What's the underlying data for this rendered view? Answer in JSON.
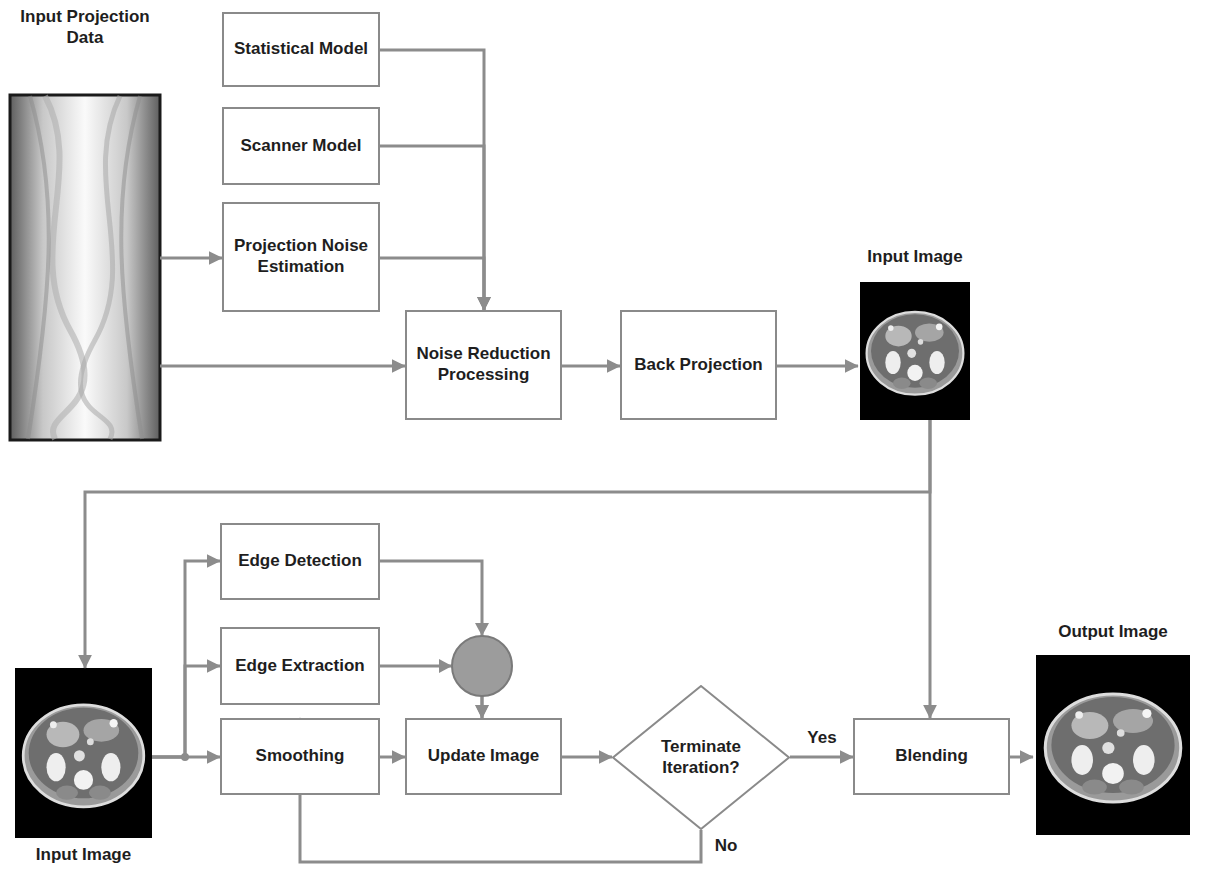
{
  "diagram": {
    "nodes": [
      {
        "text": [
          "Input Projection Data"
        ]
      },
      {
        "text": [
          "Statistical Model"
        ]
      },
      {
        "text": [
          "Scanner Model"
        ]
      },
      {
        "text": [
          "Projection Noise Estimation"
        ]
      },
      {
        "text": [
          "Noise Reduction Processing"
        ]
      },
      {
        "text": [
          "Back Projection"
        ]
      },
      {
        "text": [
          "Input Image"
        ]
      },
      {
        "text": [
          "Input Image"
        ]
      },
      {
        "text": [
          "Edge Detection"
        ]
      },
      {
        "text": [
          "Edge Extraction"
        ]
      },
      {
        "text": [
          "Smoothing"
        ]
      },
      {
        "text": [
          "Update Image"
        ]
      },
      {
        "text": [
          "Terminate Iteration?"
        ]
      },
      {
        "text": [
          "Blending"
        ]
      },
      {
        "text": [
          "Output Image"
        ]
      }
    ],
    "edges": [
      {
        "from": 0,
        "to": 3,
        "arrow": "to"
      },
      {
        "from": 0,
        "to": 4,
        "arrow": "to"
      },
      {
        "from": 1,
        "to": 4,
        "arrow": "to"
      },
      {
        "from": 2,
        "to": 4,
        "arrow": "to"
      },
      {
        "from": 3,
        "to": 4,
        "arrow": "to"
      },
      {
        "from": 4,
        "to": 5,
        "arrow": "to"
      },
      {
        "from": 5,
        "to": 6,
        "arrow": "to"
      },
      {
        "from": 6,
        "to": 7,
        "arrow": "to"
      },
      {
        "from": 6,
        "to": 13,
        "arrow": "to"
      },
      {
        "from": 7,
        "to": 10,
        "arrow": "to"
      },
      {
        "from": 7,
        "to": 8,
        "arrow": "to"
      },
      {
        "from": 7,
        "to": 9,
        "arrow": "to"
      },
      {
        "from": 8,
        "to": 11,
        "arrow": "to"
      },
      {
        "from": 9,
        "to": 11,
        "arrow": "to"
      },
      {
        "from": 10,
        "to": 11,
        "arrow": "to"
      },
      {
        "from": 11,
        "to": 12,
        "arrow": "to"
      },
      {
        "from": 12,
        "to": 13,
        "label": "Yes",
        "arrow": "to"
      },
      {
        "from": 12,
        "to": 10,
        "label": "No",
        "arrow": "to"
      },
      {
        "from": 13,
        "to": 14,
        "arrow": "to"
      }
    ]
  }
}
